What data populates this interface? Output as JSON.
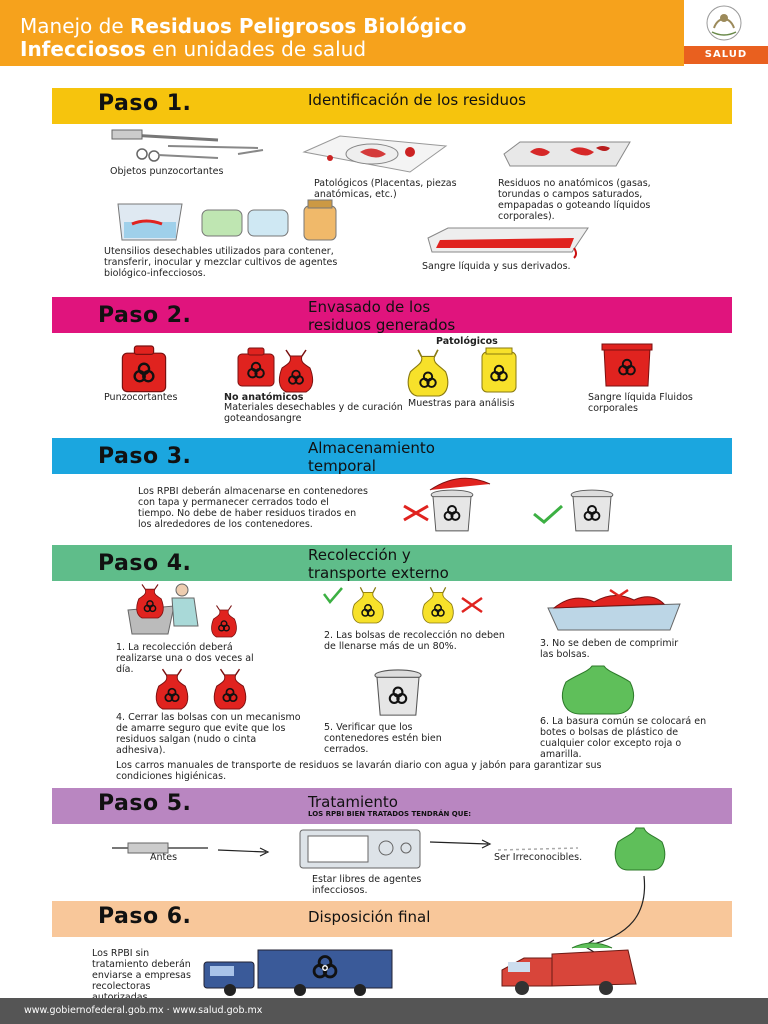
{
  "header": {
    "title_pre": "Manejo de ",
    "title_bold1": "Residuos Peligrosos Biológico",
    "title_bold2": "Infecciosos",
    "title_post": " en unidades de salud",
    "logo_label": "SALUD"
  },
  "steps": [
    {
      "label": "Paso 1.",
      "title": "Identificación de los residuos",
      "items": [
        "Objetos punzocortantes",
        "Patológicos (Placentas, piezas anatómicas, etc.)",
        "Residuos no anatómicos (gasas, torundas o campos saturados, empapadas o goteando líquidos corporales).",
        "Utensilios desechables utilizados para contener, transferir, inocular y mezclar cultivos de agentes biológico-infecciosos.",
        "Sangre líquida y sus derivados."
      ]
    },
    {
      "label": "Paso 2.",
      "title_line1": "Envasado de los",
      "title_line2": "residuos generados",
      "patologicos_label": "Patológicos",
      "items": [
        "Punzocortantes",
        "No anatómicos",
        "Materiales desechables y de curación goteandosangre",
        "Muestras para análisis",
        "Sangre líquida Fluidos corporales"
      ]
    },
    {
      "label": "Paso 3.",
      "title_line1": "Almacenamiento",
      "title_line2": "temporal",
      "text": "Los RPBI deberán almacenarse en contenedores con tapa y permanecer cerrados todo el tiempo. No debe de haber residuos tirados en los alrededores de los contenedores."
    },
    {
      "label": "Paso 4.",
      "title_line1": "Recolección y",
      "title_line2": "transporte externo",
      "items": [
        "1. La recolección deberá realizarse una o dos veces al día.",
        "2. Las bolsas de recolección no deben de llenarse más de un 80%.",
        "3. No se deben de comprimir las bolsas.",
        "4. Cerrar las bolsas con un mecanismo de amarre seguro que evite que los residuos salgan (nudo o cinta adhesiva).",
        "5. Verificar que los contenedores estén bien cerrados.",
        "6. La basura común se colocará en botes o bolsas de plástico de cualquier color excepto roja o amarilla."
      ],
      "note": "Los carros manuales de transporte de residuos se lavarán diario con agua y jabón para garantizar sus condiciones higiénicas."
    },
    {
      "label": "Paso 5.",
      "title": "Tratamiento",
      "subtitle": "LOS RPBI BIEN TRATADOS TENDRÁN QUE:",
      "items": [
        "Antes",
        "Estar libres de agentes infecciosos.",
        "Ser Irreconocibles."
      ]
    },
    {
      "label": "Paso 6.",
      "title": "Disposición final",
      "text": "Los RPBI sin tratamiento deberán enviarse a empresas recolectoras autorizadas."
    }
  ],
  "footer": {
    "text": "www.gobiernofederal.gob.mx · www.salud.gob.mx"
  },
  "colors": {
    "header": "#f6a21c",
    "paso1": "#f6c40d",
    "paso2": "#e0147d",
    "paso3": "#1ba6df",
    "paso4": "#5fbd8a",
    "paso5": "#b986c1",
    "paso6": "#f8c79a",
    "biohazard_red": "#e0231f",
    "biohazard_yellow": "#f7e12a"
  }
}
